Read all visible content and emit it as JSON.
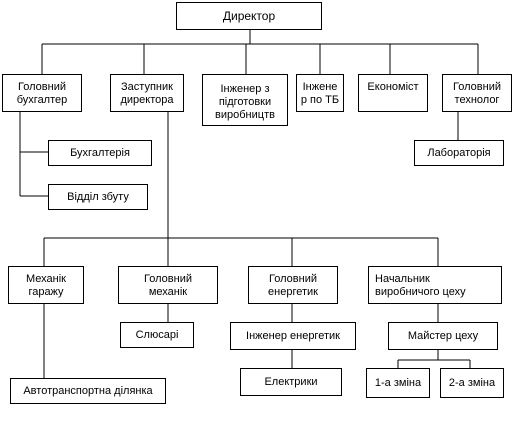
{
  "org_chart": {
    "director": "Директор",
    "chief_accountant": "Головний\nбухгалтер",
    "deputy_director": "Заступник\nдиректора",
    "production_engineer": "Інженер з\nпідготовки\nвиробництв",
    "safety_engineer": "Інжене\nр по ТБ",
    "economist": "Економіст",
    "chief_technologist": "Головний\nтехнолог",
    "accounting": "Бухгалтерія",
    "laboratory": "Лабораторія",
    "sales_department": "Відділ збуту",
    "garage_mechanic": "Механік\nгаражу",
    "chief_mechanic": "Головний\nмеханік",
    "chief_energetic": "Головний\nенергетик",
    "workshop_head": "Начальник\nвиробничого цеху",
    "locksmiths": "Слюсарі",
    "power_engineer": "Інженер енергетик",
    "workshop_master": "Майстер цеху",
    "transport_section": "Автотранспортна ділянка",
    "electricians": "Електрики",
    "shift_1": "1-а зміна",
    "shift_2": "2-а зміна"
  }
}
